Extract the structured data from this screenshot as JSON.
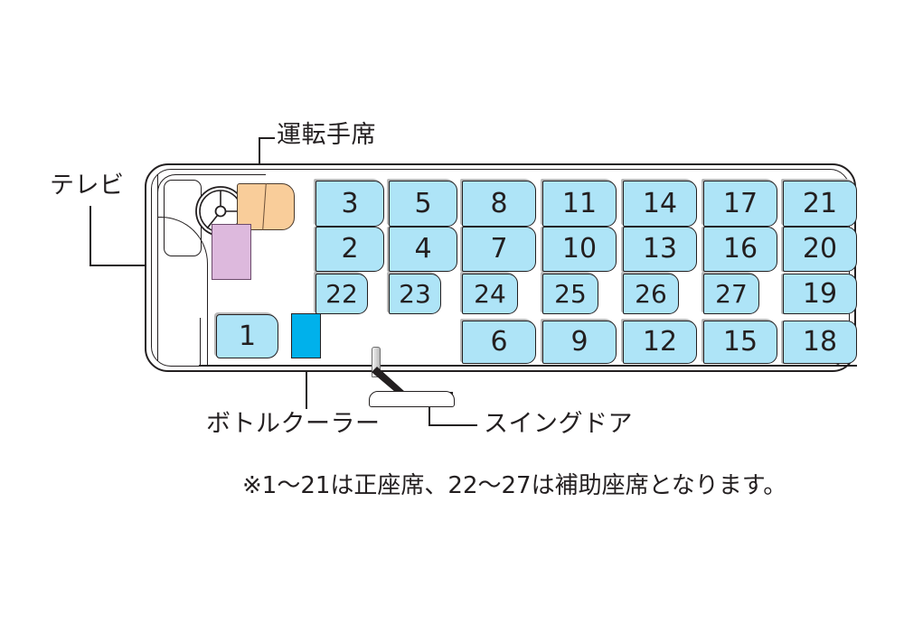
{
  "diagram": {
    "title_note": "※1〜21は正座席、22〜27は補助座席となります。",
    "callouts": {
      "tv": "テレビ",
      "driver_seat": "運転手席",
      "bottle_cooler": "ボトルクーラー",
      "swing_door": "スイングドア"
    },
    "colors": {
      "seat": "#AEE4F7",
      "bottle_cooler": "#00B1EB",
      "driver_seat": "#F9CD9A",
      "tv": "#DDB9DD",
      "outline": "#231F20"
    },
    "front_seat": "1",
    "seat_columns": [
      {
        "row1": "3",
        "row2": "2",
        "row3": "22",
        "row4": ""
      },
      {
        "row1": "5",
        "row2": "4",
        "row3": "23",
        "row4": ""
      },
      {
        "row1": "8",
        "row2": "7",
        "row3": "24",
        "row4": "6"
      },
      {
        "row1": "11",
        "row2": "10",
        "row3": "25",
        "row4": "9"
      },
      {
        "row1": "14",
        "row2": "13",
        "row3": "26",
        "row4": "12"
      },
      {
        "row1": "17",
        "row2": "16",
        "row3": "27",
        "row4": "15"
      },
      {
        "row1": "21",
        "row2": "20",
        "row3": "19",
        "row4": "18"
      }
    ]
  }
}
